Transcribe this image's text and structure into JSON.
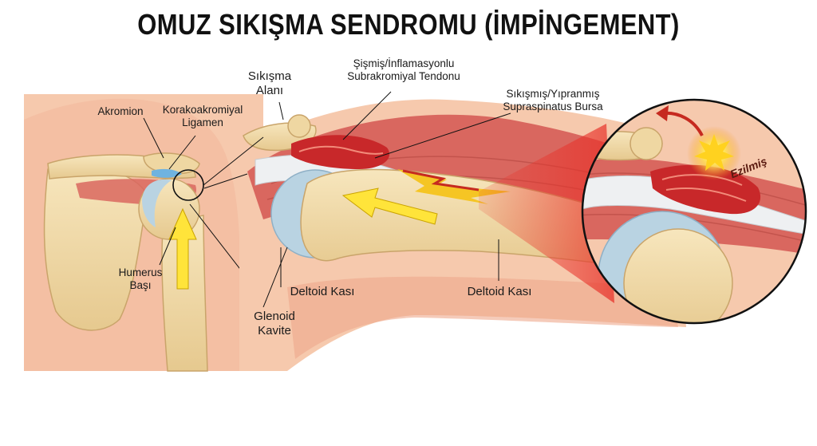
{
  "title": "OMUZ SIKIŞMA SENDROMU (İMPİNGEMENT)",
  "labels": {
    "akromion": "Akromion",
    "korakoakromiyal": "Korakoakromiyal\nLigamen",
    "humerus": "Humerus\nBaşı",
    "glenoid": "Glenoid\nKavite",
    "sikisma_alani": "Sıkışma\nAlanı",
    "tendon": "Şişmiş/İnflamasyonlu\nSubrakromiyal Tendonu",
    "bursa": "Sıkışmış/Yıpranmış\nSupraspinatus Bursa",
    "deltoid_kasi_1": "Deltoid Kası",
    "deltoid_kasi_2": "Deltoid Kası",
    "ezilmis": "Ezilmiş"
  },
  "colors": {
    "skin": "#f6c9ad",
    "bone": "#f3dcaa",
    "bone_shade": "#e0c084",
    "cartilage": "#b9d3e2",
    "muscle": "#d9675f",
    "inflamed": "#c8282a",
    "arrow_yellow": "#ffe43a",
    "arrow_red": "#c62a20"
  }
}
